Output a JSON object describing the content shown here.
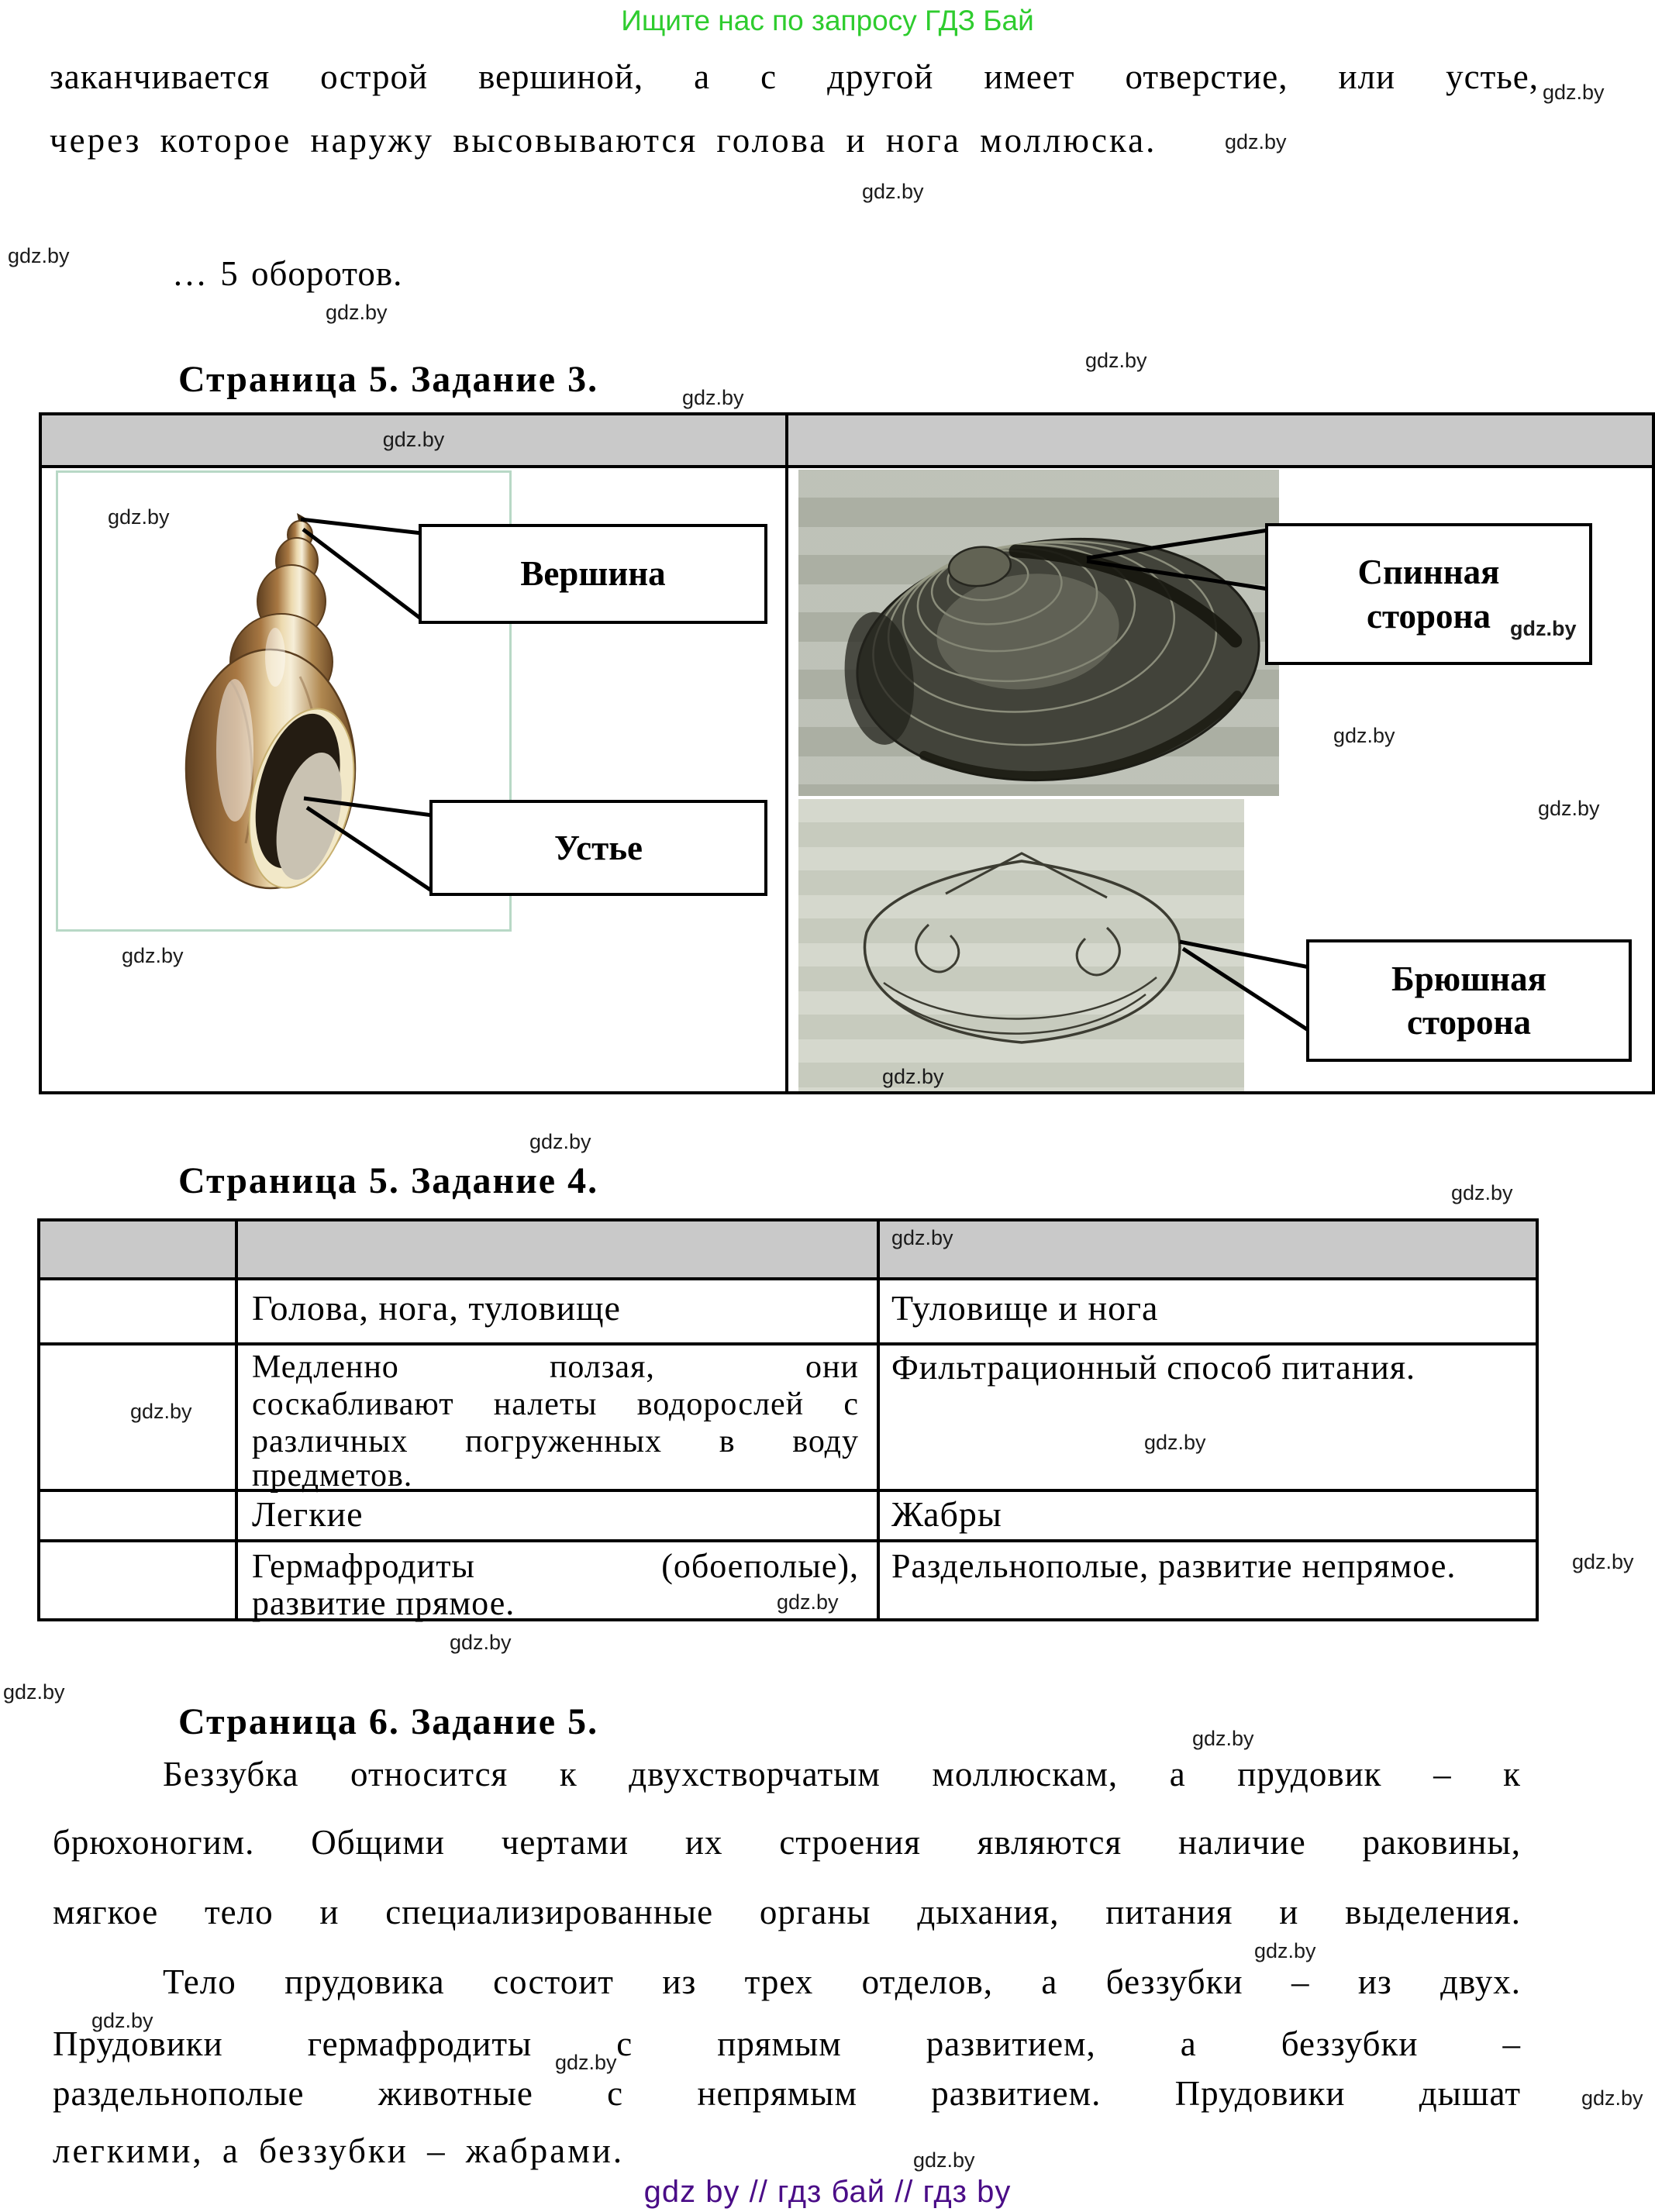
{
  "watermark": "gdz.by",
  "promo": {
    "text": "Ищите нас по запросу ГДЗ Бай"
  },
  "intro": {
    "line1": "заканчивается острой вершиной, а с другой имеет отверстие, или устье,",
    "line2": "через которое наружу высовываются голова и нога моллюска.",
    "turns_line": "… 5 оборотов."
  },
  "task3": {
    "heading": "Страница 5. Задание 3.",
    "snail_labels": {
      "apex": "Вершина",
      "aperture": "Устье"
    },
    "bivalve_labels": {
      "dorsal": [
        "Спинная",
        "сторона"
      ],
      "ventral": [
        "Брюшная",
        "сторона"
      ]
    }
  },
  "task4": {
    "heading": "Страница 5. Задание 4.",
    "rows": [
      {
        "left": "Голова, нога, туловище",
        "right": "Туловище и нога"
      },
      {
        "left_lines": [
          "Медленно ползая, они",
          "соскабливают налеты водорослей с",
          "различных погруженных в воду",
          "предметов."
        ],
        "right": "Фильтрационный способ питания."
      },
      {
        "left": "Легкие",
        "right": "Жабры"
      },
      {
        "left_lines": [
          "Гермафродиты (обоеполые),",
          "развитие прямое."
        ],
        "right": "Раздельнополые, развитие непрямое."
      }
    ]
  },
  "task5": {
    "heading": "Страница 6. Задание 5.",
    "para1_lines": [
      "Беззубка относится к двухстворчатым моллюскам, а прудовик – к",
      "брюхоногим. Общими чертами их строения являются наличие раковины,",
      "мягкое тело и специализированные органы дыхания, питания и выделения."
    ],
    "para2_lines": [
      "Тело прудовика состоит из трех отделов, а беззубки – из двух.",
      "Прудовики гермафродиты с прямым развитием, а беззубки –",
      "раздельнополые животные с непрямым развитием. Прудовики дышат",
      "легкими, а беззубки – жабрами."
    ]
  },
  "footer": {
    "text": "gdz by  //  гдз бай  //  гдз by"
  },
  "colors": {
    "accent_green": "#2ecc2e",
    "footer_purple": "#4a0d87",
    "table_header_gray": "#c9c9c9",
    "dorsal_photo_bg": "#b4b8ac",
    "ventral_photo_bg": "#cfd3c6",
    "snail_frame_green": "#b8d8c6"
  }
}
